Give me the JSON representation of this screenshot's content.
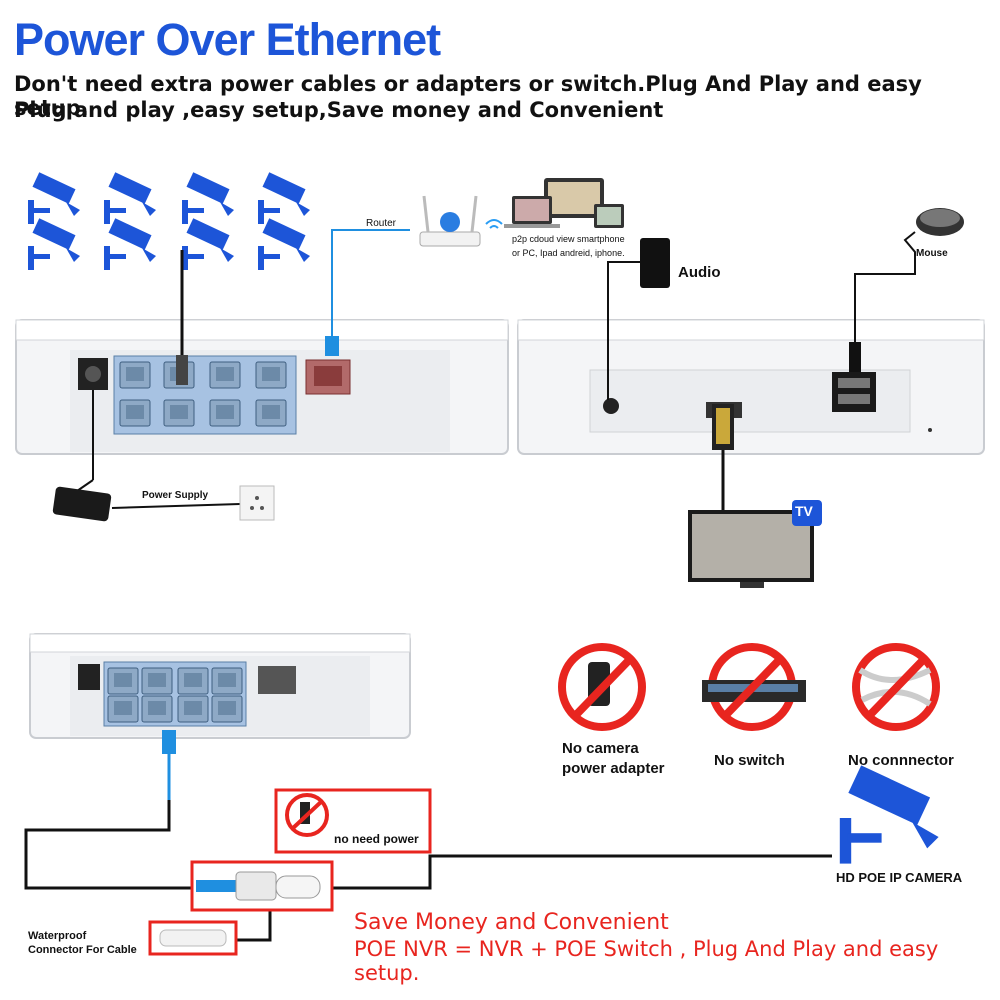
{
  "header": {
    "title": "Power Over Ethernet",
    "line1": "Don't need extra power cables or adapters or switch.Plug And Play and easy setup.",
    "line2": "Plug and play ,easy setup,Save money and Convenient"
  },
  "labels": {
    "router": "Router",
    "p2p_line1": "p2p cdoud view smartphone",
    "p2p_line2": "or PC, Ipad andreid, iphone.",
    "audio": "Audio",
    "mouse": "Mouse",
    "power_supply": "Power Supply",
    "tv": "TV"
  },
  "no_items": [
    {
      "line1": "No camera",
      "line2": "power adapter"
    },
    {
      "line1": "No switch",
      "line2": ""
    },
    {
      "line1": "No connnector",
      "line2": ""
    }
  ],
  "bottom": {
    "no_need_power": "no need power",
    "camera_label": "HD POE IP CAMERA",
    "waterproof_line1": "Waterproof",
    "waterproof_line2": "Connector For Cable",
    "save_money": "Save Money and Convenient",
    "equation": "POE NVR = NVR + POE Switch , Plug And Play and easy setup."
  },
  "colors": {
    "brand_blue": "#1d55d8",
    "accent_red": "#e8251f",
    "cable_blue": "#1f8fe0"
  }
}
